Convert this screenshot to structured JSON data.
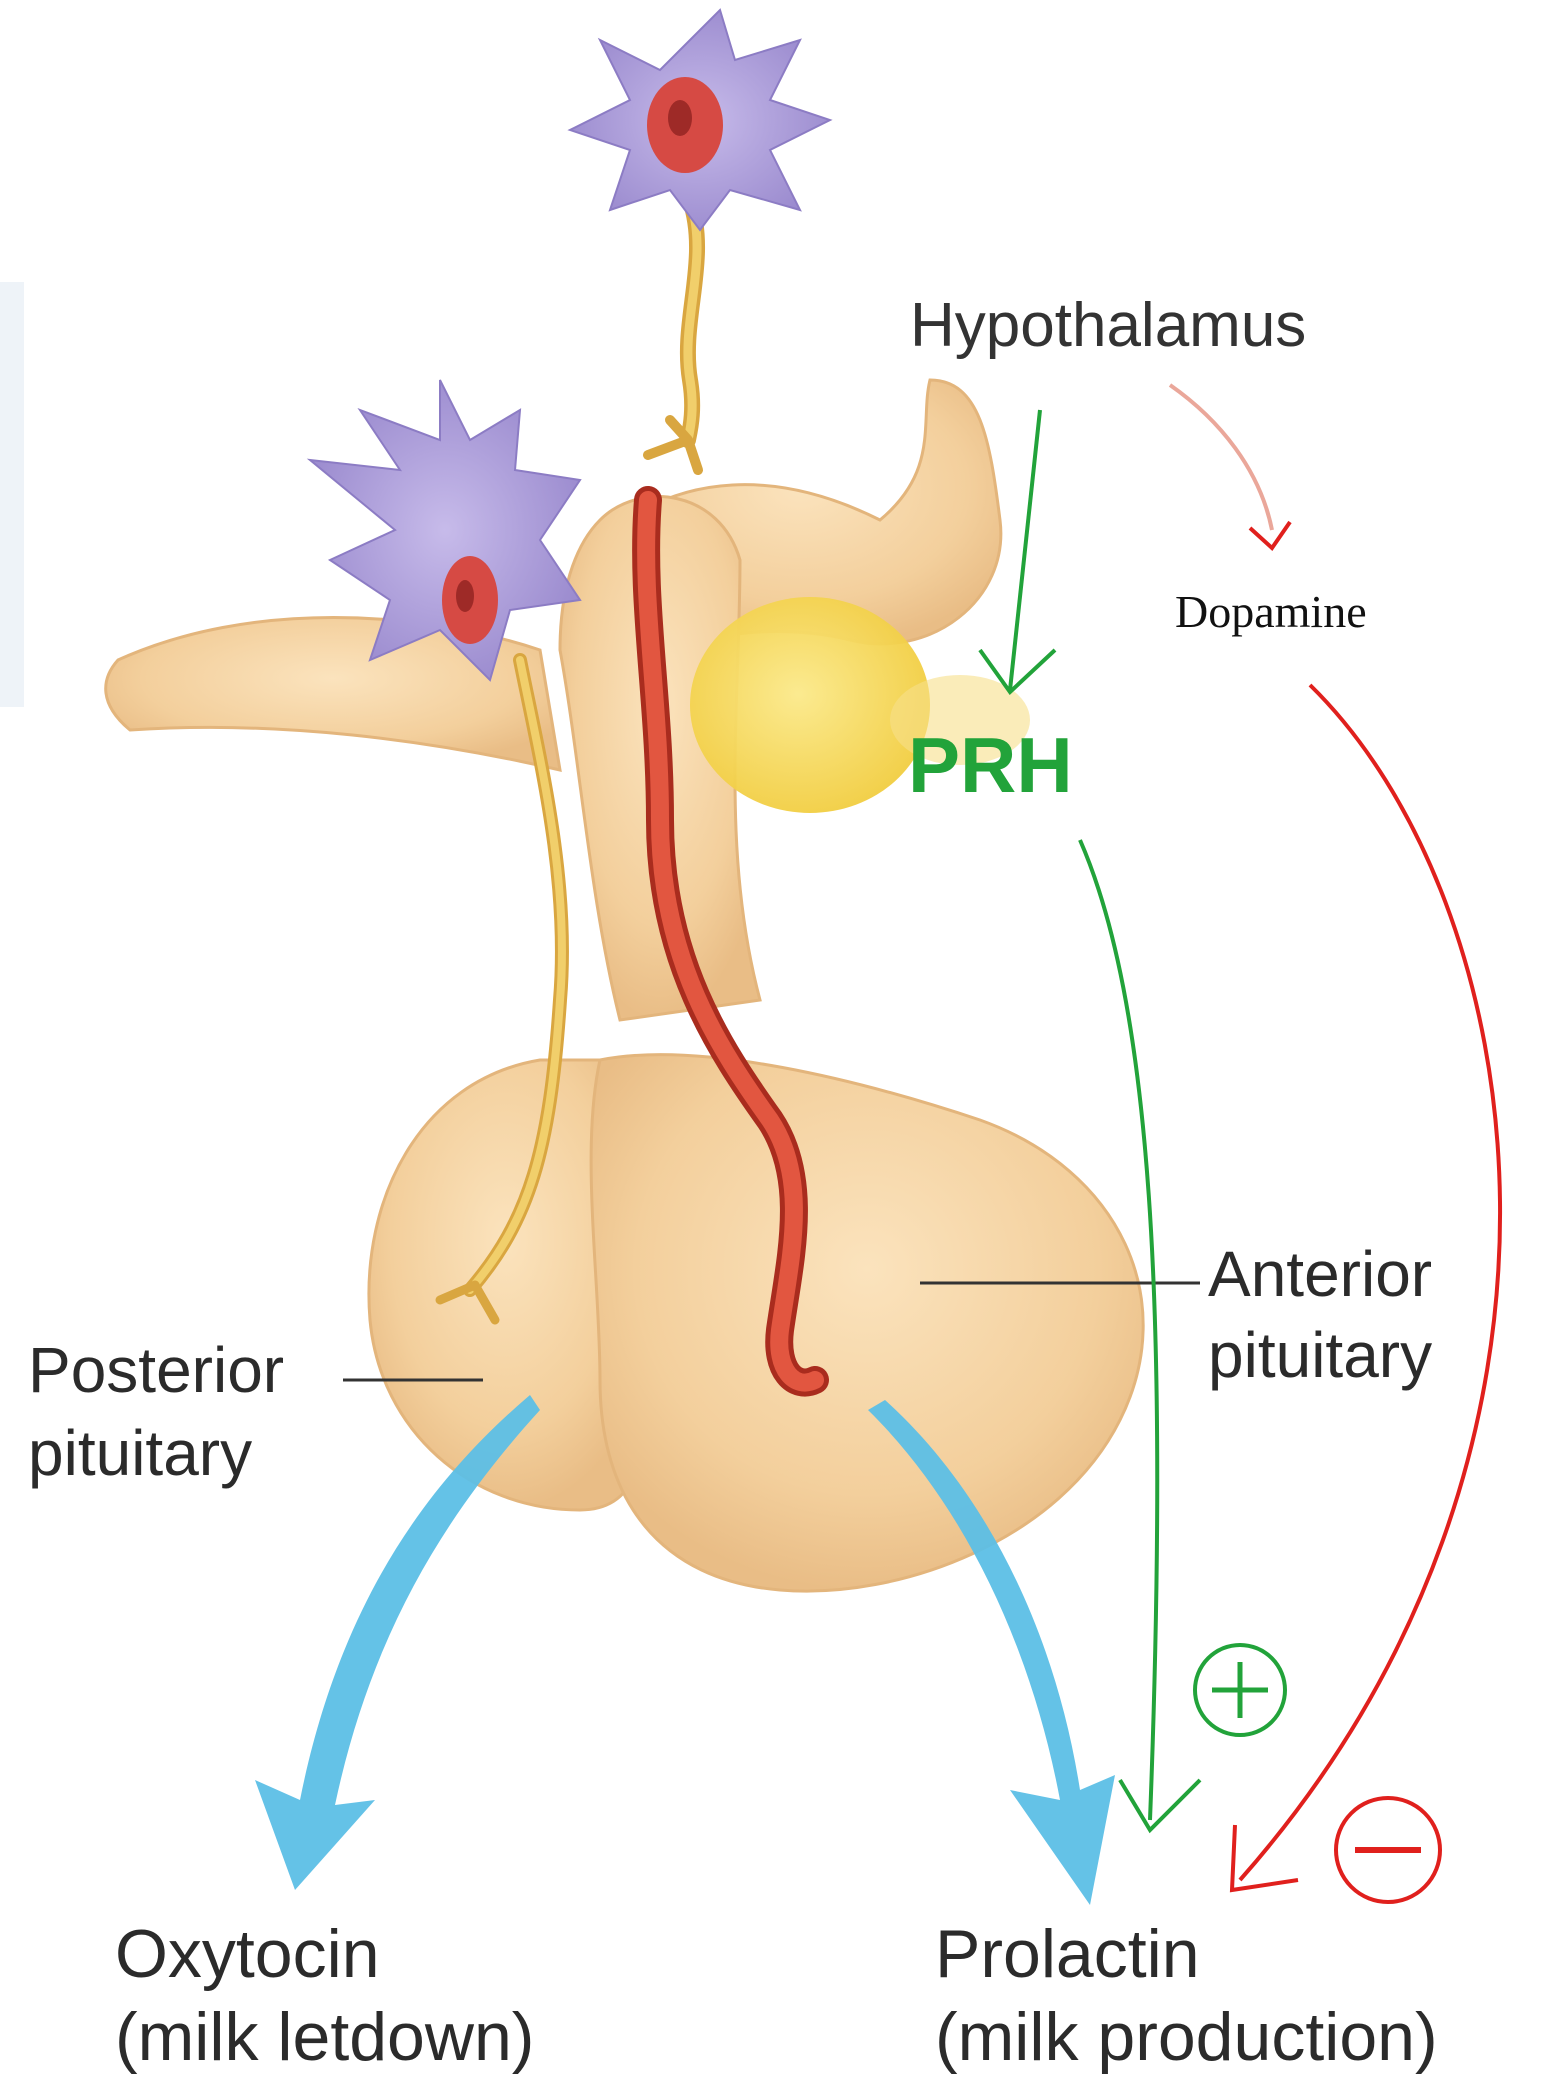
{
  "labels": {
    "hypothalamus": "Hypothalamus",
    "dopamine": "Dopamine",
    "prh": "PRH",
    "anterior_line1": "Anterior",
    "anterior_line2": "pituitary",
    "posterior_line1": "Posterior",
    "posterior_line2": "pituitary",
    "oxytocin_line1": "Oxytocin",
    "oxytocin_line2": "(milk letdown)",
    "prolactin_line1": "Prolactin",
    "prolactin_line2": "(milk production)"
  },
  "signs": {
    "stimulate": "+",
    "inhibit": "−"
  },
  "colors": {
    "stimulate": "#22a33a",
    "inhibit": "#e0201d",
    "gland": "#f3cf9c",
    "blood_vessel": "#e0513c",
    "nerve_axon": "#e8c158",
    "neuron": "#a89ad6",
    "secretion_arrow": "#5cbfe6",
    "median_eminence": "#f6d54a"
  }
}
